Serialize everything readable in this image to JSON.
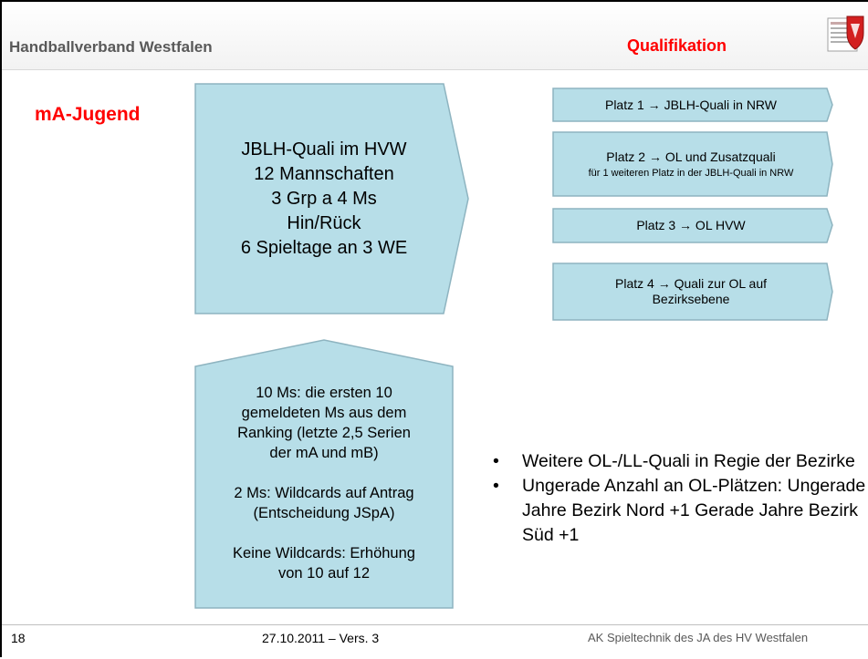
{
  "header": {
    "org": "Handballverband Westfalen",
    "section": "Qualifikation"
  },
  "age_group": "mA-Jugend",
  "main_box": {
    "lines": [
      "JBLH-Quali im HVW",
      "12 Mannschaften",
      "3 Grp a 4 Ms",
      "Hin/Rück",
      "6 Spieltage an 3 WE"
    ]
  },
  "rules_box": {
    "lines": [
      "10 Ms: die ersten 10",
      "gemeldeten Ms aus dem",
      "Ranking (letzte 2,5 Serien",
      "der mA und mB)",
      "",
      "2 Ms: Wildcards auf Antrag",
      "(Entscheidung JSpA)",
      "",
      "Keine Wildcards: Erhöhung",
      "von 10 auf 12"
    ]
  },
  "places": [
    {
      "text": "Platz 1 → JBLH-Quali in NRW"
    },
    {
      "text": "Platz 2 → OL und Zusatzquali",
      "sub": "für 1 weiteren Platz in der JBLH-Quali in NRW"
    },
    {
      "text": "Platz 3 → OL HVW"
    },
    {
      "text": "Platz 4 → Quali zur OL auf Bezirksebene"
    }
  ],
  "bullets": [
    {
      "marker": "•",
      "text": "Weitere OL-/LL-Quali in Regie der Bezirke"
    },
    {
      "marker": "•",
      "text": "Ungerade Anzahl an OL-Plätzen: Ungerade Jahre Bezirk Nord +1 Gerade Jahre Bezirk Süd +1"
    }
  ],
  "footer": {
    "page": "18",
    "date": "27.10.2011 – Vers. 3",
    "author": "AK Spieltechnik des JA des HV Westfalen"
  },
  "colors": {
    "box_fill": "#b7dee8",
    "box_stroke": "#8eb4c0",
    "accent": "#ff0000"
  }
}
